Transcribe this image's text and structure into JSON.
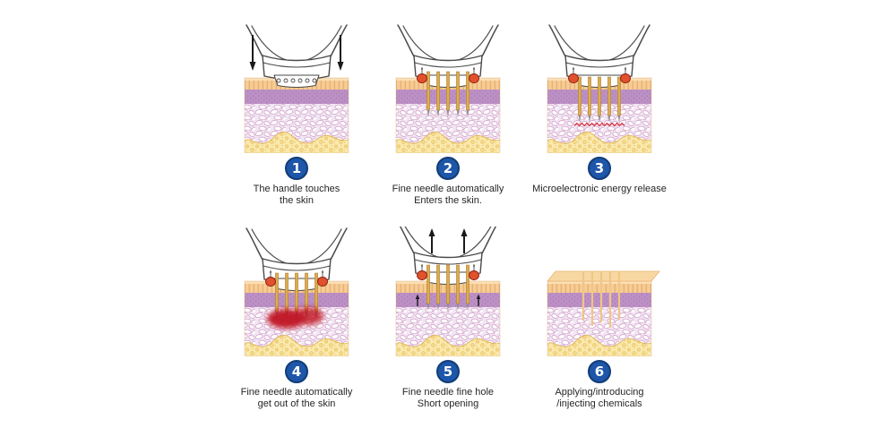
{
  "diagram": {
    "background": "#FFFFFF",
    "badge": {
      "fill": "#1E56A8",
      "border": "#123C78",
      "text_color": "#FFFFFF"
    },
    "colors": {
      "skin_surface_tan": "#F6CD96",
      "skin_surface_stripe": "#EAB173",
      "epidermis_purple": "#BC90C4",
      "epidermis_edge": "#A578B0",
      "dermis_lavender": "#F1E7F4",
      "dermis_cell_outline": "#D8A8CE",
      "fat_yellow": "#FAE9AE",
      "fat_edge": "#E2B654",
      "needle_gold": "#DCAC52",
      "needle_tip_gray": "#8F8F8F",
      "device_outline": "#4A4A4A",
      "clamp_red": "#E0512E",
      "energy_red": "#D6202A",
      "heat_zone_red": "#BE0E1B",
      "arrow_black": "#1A1A1A"
    },
    "steps": [
      {
        "number": "1",
        "caption_line1": "The handle touches",
        "caption_line2": "the skin",
        "illustration": "handle-with-down-arrows-touching-skin"
      },
      {
        "number": "2",
        "caption_line1": "Fine needle automatically",
        "caption_line2": "Enters the skin.",
        "illustration": "fine-needles-inserted-into-skin"
      },
      {
        "number": "3",
        "caption_line1": "Microelectronic energy release",
        "caption_line2": "",
        "illustration": "needles-releasing-energy-zigzag"
      },
      {
        "number": "4",
        "caption_line1": "Fine needle automatically",
        "caption_line2": "get out of the skin",
        "illustration": "needles-retracting-heated-zone-in-dermis"
      },
      {
        "number": "5",
        "caption_line1": "Fine needle fine hole",
        "caption_line2": "Short opening",
        "illustration": "handle-lifting-with-up-arrows-micro-holes"
      },
      {
        "number": "6",
        "caption_line1": "Applying/introducing",
        "caption_line2": "/injecting chemicals",
        "illustration": "skin-block-with-open-microchannels"
      }
    ]
  }
}
